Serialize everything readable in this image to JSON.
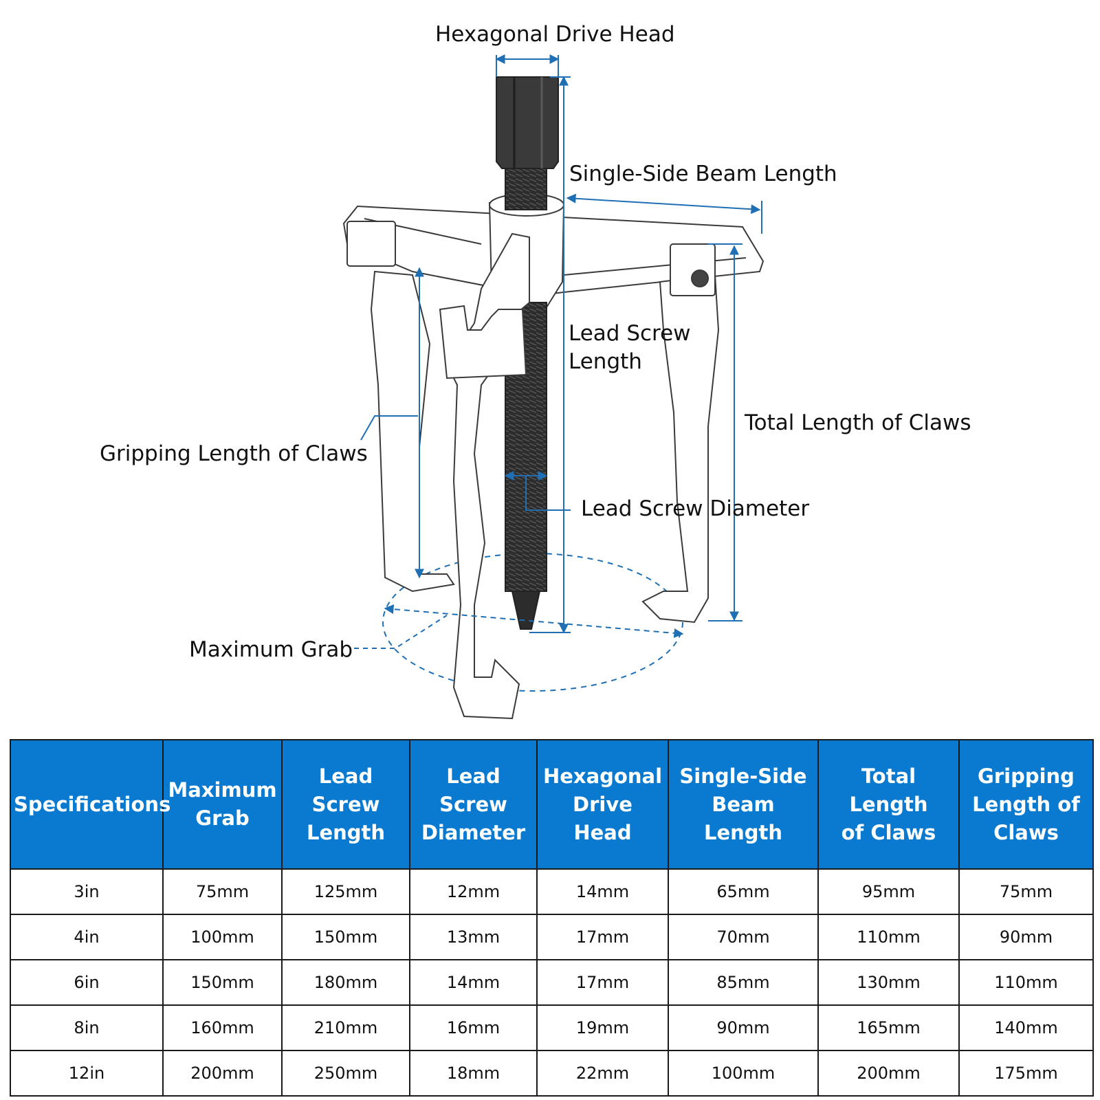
{
  "diagram": {
    "labels": {
      "hex_head": "Hexagonal Drive Head",
      "beam_length": "Single-Side Beam Length",
      "lead_screw_length_1": "Lead Screw",
      "lead_screw_length_2": "Length",
      "total_length": "Total Length of Claws",
      "gripping_length": "Gripping Length of Claws",
      "lead_screw_diameter": "Lead Screw Diameter",
      "max_grab": "Maximum Grab"
    },
    "colors": {
      "dimension_line": "#1f6fb5",
      "outline": "#3a3a3a",
      "screw": "#2c2c2c"
    }
  },
  "table": {
    "header_color": "#0a7ad1",
    "headers": [
      "Specifications",
      "Maximum\nGrab",
      "Lead Screw\nLength",
      "Lead Screw\nDiameter",
      "Hexagonal\nDrive Head",
      "Single-Side\nBeam Length",
      "Total Length\nof Claws",
      "Gripping\nLength of\nClaws"
    ],
    "rows": [
      [
        "3in",
        "75mm",
        "125mm",
        "12mm",
        "14mm",
        "65mm",
        "95mm",
        "75mm"
      ],
      [
        "4in",
        "100mm",
        "150mm",
        "13mm",
        "17mm",
        "70mm",
        "110mm",
        "90mm"
      ],
      [
        "6in",
        "150mm",
        "180mm",
        "14mm",
        "17mm",
        "85mm",
        "130mm",
        "110mm"
      ],
      [
        "8in",
        "160mm",
        "210mm",
        "16mm",
        "19mm",
        "90mm",
        "165mm",
        "140mm"
      ],
      [
        "12in",
        "200mm",
        "250mm",
        "18mm",
        "22mm",
        "100mm",
        "200mm",
        "175mm"
      ]
    ]
  }
}
